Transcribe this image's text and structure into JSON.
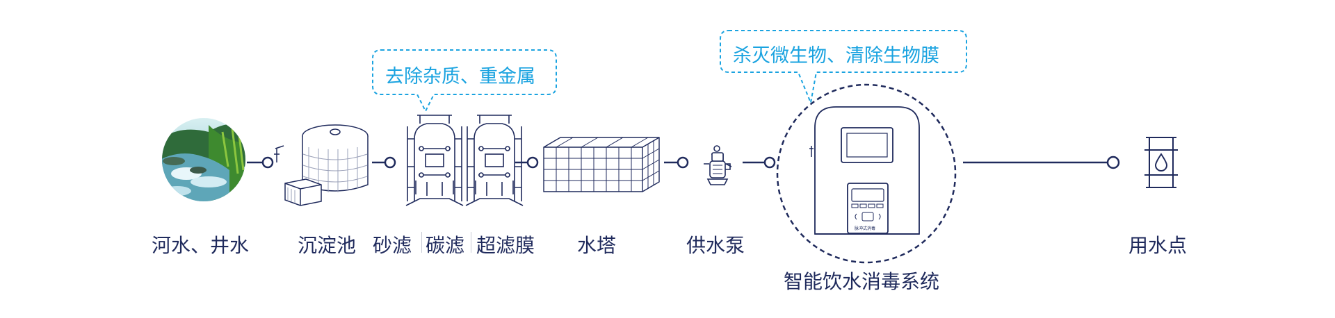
{
  "colors": {
    "navy": "#1f2a5c",
    "callout": "#1aa3e0",
    "separator": "#c9ccd6"
  },
  "steps": [
    {
      "id": "source",
      "label": "河水、井水",
      "icon": "stream-photo-icon"
    },
    {
      "id": "sedimentation",
      "label": "沉淀池",
      "icon": "sedimentation-tank-icon"
    },
    {
      "id": "sand",
      "label": "砂滤",
      "icon": "sand-filter-icon"
    },
    {
      "id": "carbon",
      "label": "碳滤",
      "icon": "carbon-filter-icon"
    },
    {
      "id": "uf",
      "label": "超滤膜",
      "icon": "ultrafiltration-icon"
    },
    {
      "id": "tower",
      "label": "水塔",
      "icon": "water-tower-icon"
    },
    {
      "id": "pump",
      "label": "供水泵",
      "icon": "pump-icon"
    },
    {
      "id": "disinfection",
      "label": "智能饮水消毒系统",
      "icon": "disinfection-cabinet-icon",
      "device_badge": "脉冲式消毒"
    },
    {
      "id": "use",
      "label": "用水点",
      "icon": "water-point-icon"
    }
  ],
  "callouts": {
    "filtration": "去除杂质、重金属",
    "disinfection": "杀灭微生物、清除生物膜"
  }
}
